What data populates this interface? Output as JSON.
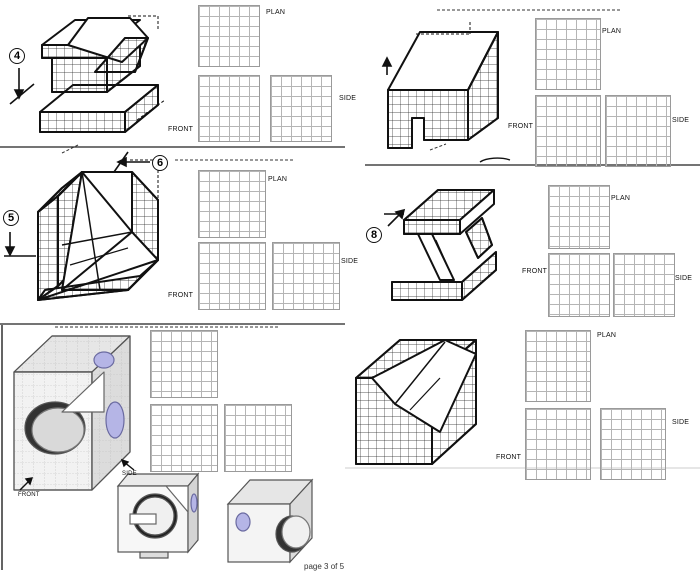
{
  "labels": {
    "plan": "PLAN",
    "front": "FRONT",
    "side": "SIDE"
  },
  "problems": [
    {
      "number": "4"
    },
    {
      "number": "5"
    },
    {
      "number": "6"
    },
    {
      "number": "8"
    }
  ],
  "footer": {
    "page": "page 3 of 5"
  }
}
